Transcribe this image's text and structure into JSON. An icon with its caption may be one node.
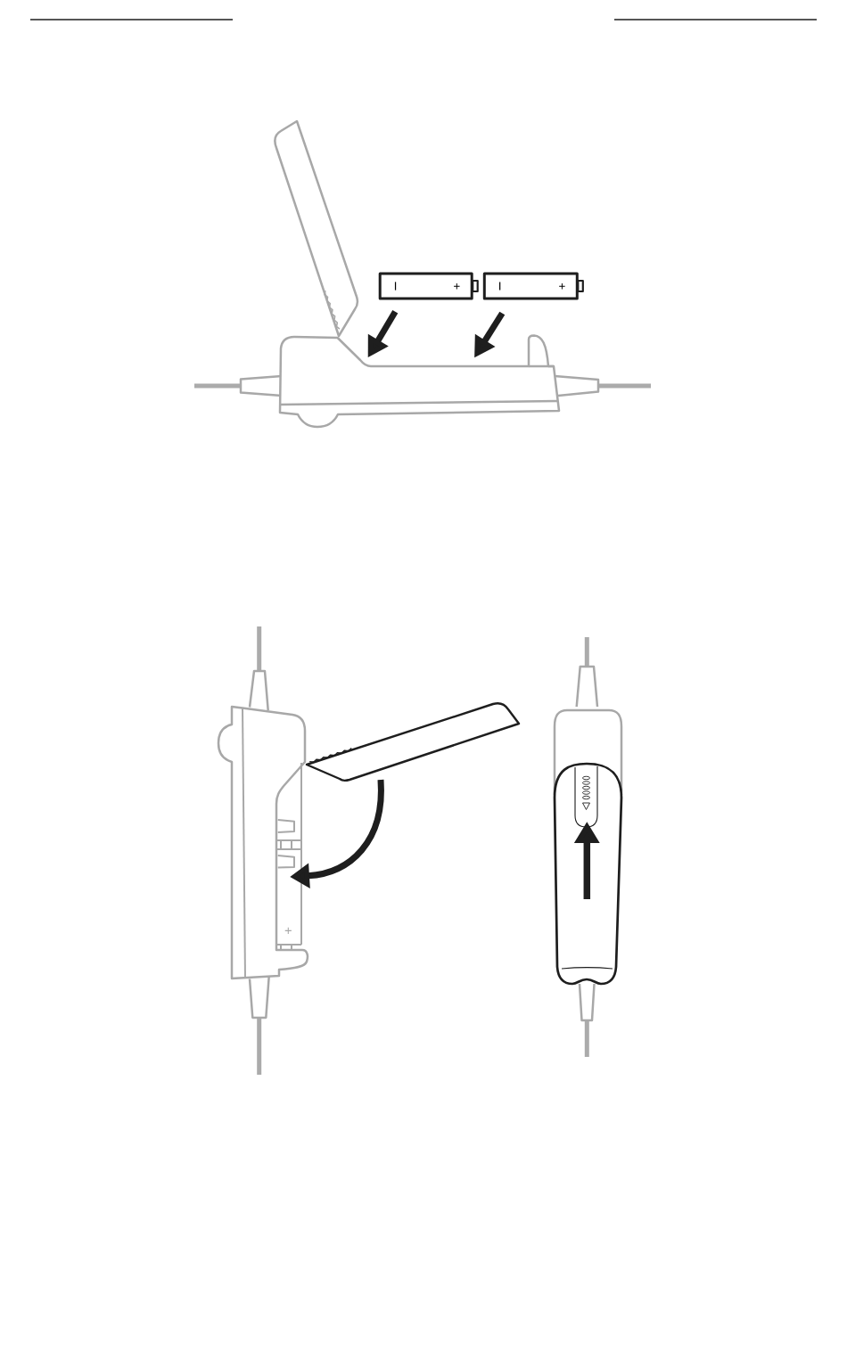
{
  "diagram": {
    "nodes": [
      {
        "text": [
          "I",
          "+"
        ]
      },
      {
        "text": [
          "I",
          "+"
        ]
      },
      {
        "text": [],
        "shape": "picture"
      }
    ],
    "edges": [
      {
        "from": 0,
        "to": 2,
        "arrow": "to"
      },
      {
        "from": 1,
        "to": 2,
        "arrow": "to"
      }
    ],
    "labels": [
      "+"
    ]
  }
}
